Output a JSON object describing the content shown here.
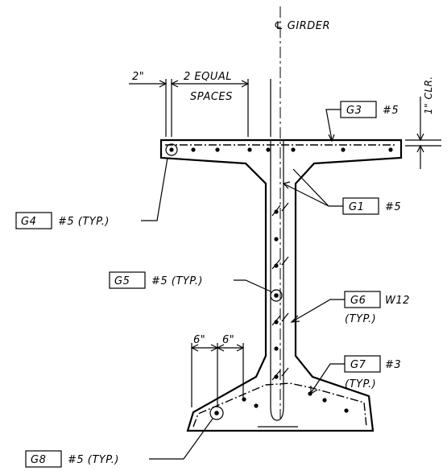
{
  "centerline_label": "℄ GIRDER",
  "dimensions": {
    "edge_offset": "2\"",
    "spaces_line1": "2 EQUAL",
    "spaces_line2": "SPACES",
    "clear_cover": "1\" CLR.",
    "bottom_spacing_1": "6\"",
    "bottom_spacing_2": "6\""
  },
  "callouts": {
    "g3": {
      "mark": "G3",
      "spec": "#5"
    },
    "g1": {
      "mark": "G1",
      "spec": "#5"
    },
    "g4": {
      "mark": "G4",
      "spec": "#5 (TYP.)"
    },
    "g5": {
      "mark": "G5",
      "spec": "#5 (TYP.)"
    },
    "g6": {
      "mark": "G6",
      "spec": "W12",
      "note": "(TYP.)"
    },
    "g7": {
      "mark": "G7",
      "spec": "#3",
      "note": "(TYP.)"
    },
    "g8": {
      "mark": "G8",
      "spec": "#5 (TYP.)"
    }
  }
}
